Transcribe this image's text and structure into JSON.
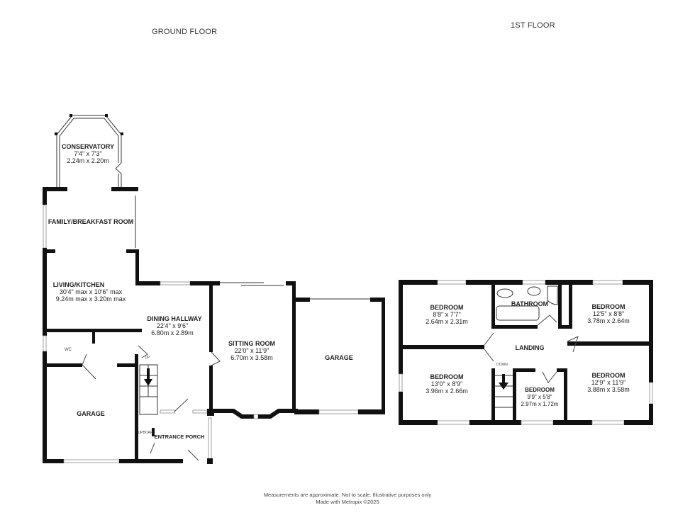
{
  "titles": {
    "ground_floor": "GROUND FLOOR",
    "first_floor": "1ST FLOOR"
  },
  "ground_floor": {
    "rooms": [
      {
        "name": "CONSERVATORY",
        "imperial": "7'4\"  x 7'3\"",
        "metric": "2.24m  x 2.20m"
      },
      {
        "name": "FAMILY/BREAKFAST ROOM"
      },
      {
        "name": "LIVING/KITCHEN",
        "imperial": "30'4\" max x 10'6\" max",
        "metric": "9.24m max x 3.20m max"
      },
      {
        "name": "DINING HALLWAY",
        "imperial": "22'4\"  x 9'6\"",
        "metric": "6.80m  x 2.89m"
      },
      {
        "name": "SITTING ROOM",
        "imperial": "22'0\"  x 11'9\"",
        "metric": "6.70m  x 3.58m"
      },
      {
        "name": "GARAGE"
      },
      {
        "name": "WC"
      },
      {
        "name": "GARAGE"
      },
      {
        "name": "ENTRANCE PORCH"
      }
    ],
    "stairs_label": "UP",
    "cupboard_label": "UPBOAR"
  },
  "first_floor": {
    "rooms": [
      {
        "name": "BEDROOM",
        "imperial": "8'8\"  x 7'7\"",
        "metric": "2.64m  x 2.31m"
      },
      {
        "name": "BATHROOM"
      },
      {
        "name": "BEDROOM",
        "imperial": "12'5\"  x 8'8\"",
        "metric": "3.78m  x 2.64m"
      },
      {
        "name": "LANDING"
      },
      {
        "name": "BEDROOM",
        "imperial": "13'0\"  x 8'9\"",
        "metric": "3.96m  x 2.66m"
      },
      {
        "name": "BEDROOM",
        "imperial": "9'9\"  x 5'8\"",
        "metric": "2.97m  x 1.72m"
      },
      {
        "name": "BEDROOM",
        "imperial": "12'9\"  x 11'9\"",
        "metric": "3.88m  x 3.58m"
      }
    ],
    "stairs_label": "DOWN"
  },
  "footer": {
    "disclaimer": "Measurements are approximate.  Not to scale.  Illustrative purposes only",
    "credit": "Made with Metropix ©2025"
  }
}
